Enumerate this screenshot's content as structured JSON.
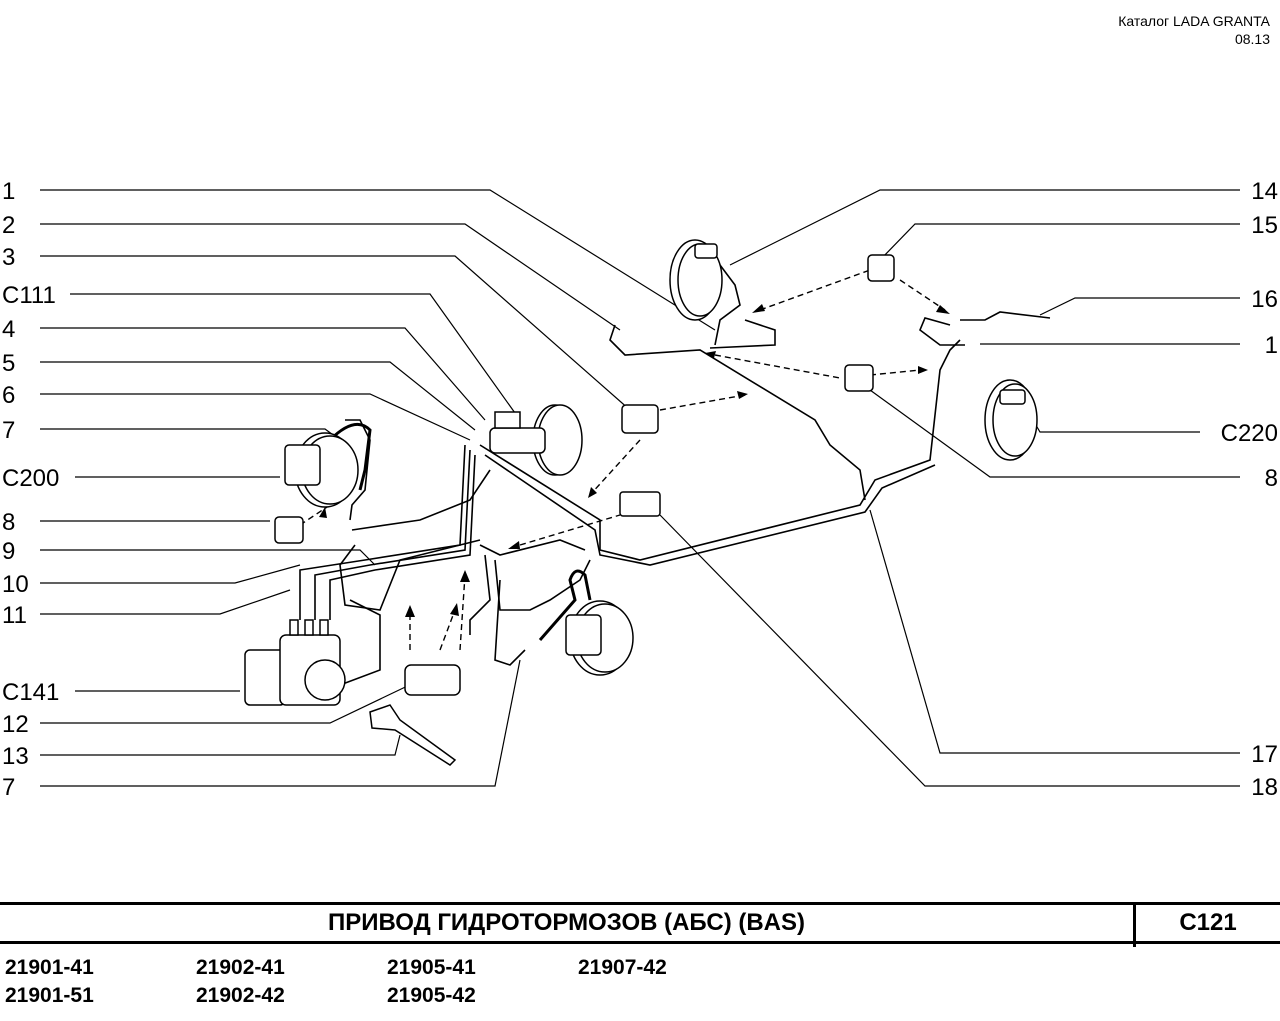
{
  "header": {
    "catalog": "Каталог  LADA  GRANTA",
    "date": "08.13"
  },
  "callouts_left": [
    "1",
    "2",
    "3",
    "C111",
    "4",
    "5",
    "6",
    "7",
    "C200",
    "8",
    "9",
    "10",
    "11",
    "C141",
    "12",
    "13",
    "7"
  ],
  "callouts_right": [
    "14",
    "15",
    "16",
    "1",
    "C220",
    "8",
    "17",
    "18"
  ],
  "title": "ПРИВОД  ГИДРОТОРМОЗОВ  (АБС)  (BAS)",
  "section_code": "C121",
  "models": [
    "21901-41",
    "21902-41",
    "21905-41",
    "21907-42",
    "21901-51",
    "21902-42",
    "21905-42"
  ]
}
